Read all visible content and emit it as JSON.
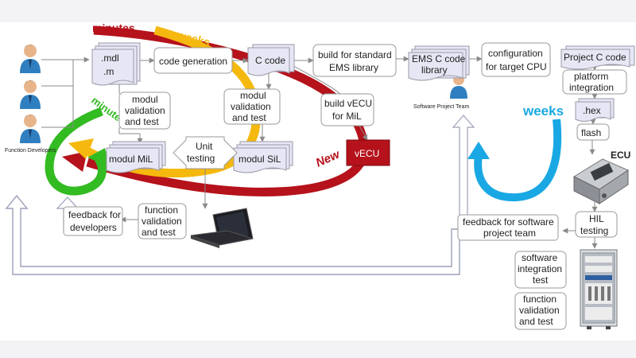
{
  "labels": {
    "minutes_top": "minutes",
    "weeks_top": "weeks",
    "minutes_green": "minutes",
    "weeks_right": "weeks",
    "new": "New",
    "ecu": "ECU"
  },
  "roles": {
    "function_developers": "Function Developers",
    "software_project_team": "Software Project Team"
  },
  "boxes": {
    "mdl": [
      ".mdl",
      ".m"
    ],
    "code_generation": "code generation",
    "c_code": "C code",
    "build_standard": [
      "build for standard",
      "EMS library"
    ],
    "ems_c_code": [
      "EMS C code",
      "library"
    ],
    "config_target": [
      "configuration",
      "for target CPU"
    ],
    "project_c_code": "Project C code",
    "platform_integration": [
      "platform",
      "integration"
    ],
    "hex": ".hex",
    "flash": "flash",
    "modul_validation_left": [
      "modul",
      "validation",
      "and test"
    ],
    "modul_validation_mid": [
      "modul",
      "validation",
      "and test"
    ],
    "build_vecu": [
      "build vECU",
      "for MiL"
    ],
    "vecu": "vECU",
    "modul_mil": "modul MiL",
    "unit_testing": [
      "Unit",
      "testing"
    ],
    "modul_sil": "modul SiL",
    "feedback_developers": [
      "feedback for",
      "developers"
    ],
    "function_validation_left": [
      "function",
      "validation",
      "and test"
    ],
    "feedback_team": [
      "feedback for software",
      "project team"
    ],
    "hil_testing": [
      "HIL",
      "testing"
    ],
    "software_integration": [
      "software",
      "integration",
      "test"
    ],
    "function_validation_right": [
      "function",
      "validation",
      "and test"
    ]
  },
  "colors": {
    "red": "#b5121b",
    "yellow": "#f5b80e",
    "green": "#33bb22",
    "blue": "#19a8e3",
    "doc_fill": "#e6e6f4"
  }
}
